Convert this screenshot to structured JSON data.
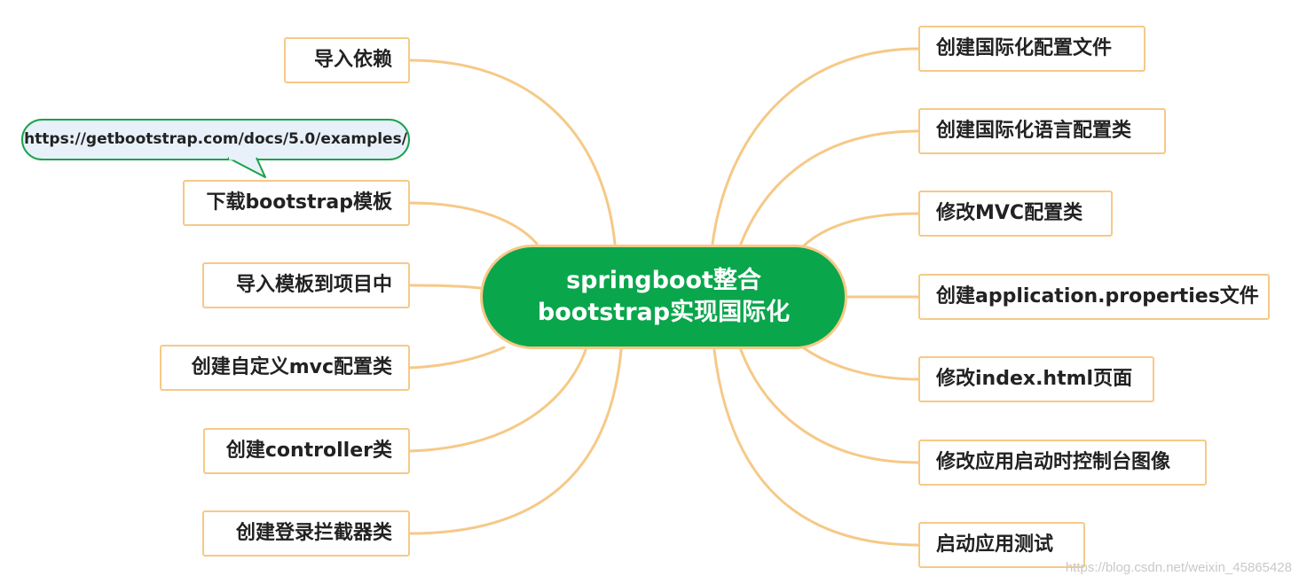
{
  "center": {
    "line1": "springboot整合",
    "line2": "bootstrap实现国际化"
  },
  "left_nodes": [
    "导入依赖",
    "下载bootstrap模板",
    "导入模板到项目中",
    "创建自定义mvc配置类",
    "创建controller类",
    "创建登录拦截器类"
  ],
  "right_nodes": [
    "创建国际化配置文件",
    "创建国际化语言配置类",
    "修改MVC配置类",
    "创建application.properties文件",
    "修改index.html页面",
    "修改应用启动时控制台图像",
    "启动应用测试"
  ],
  "callout": {
    "text": "https://getbootstrap.com/docs/5.0/examples/"
  },
  "watermark": "https://blog.csdn.net/weixin_45865428",
  "colors": {
    "center_fill": "#0aa64c",
    "node_border": "#f6c987",
    "link": "#f6c987",
    "callout_border": "#17a349",
    "callout_fill": "#e8f0fa"
  }
}
